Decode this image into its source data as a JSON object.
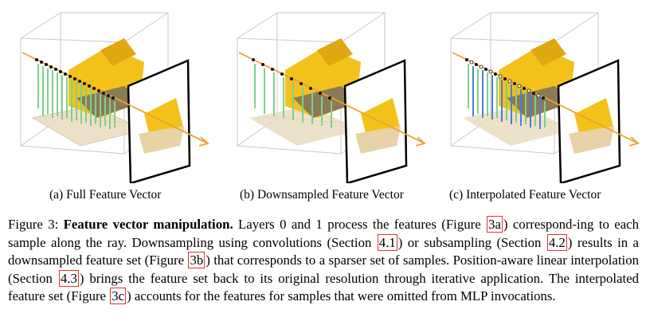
{
  "panels": [
    {
      "id": "a",
      "subcaption": "(a) Full Feature Vector"
    },
    {
      "id": "b",
      "subcaption": "(b) Downsampled Feature Vector"
    },
    {
      "id": "c",
      "subcaption": "(c) Interpolated Feature Vector"
    }
  ],
  "caption": {
    "figure_label": "Figure 3:",
    "title": "Feature vector manipulation.",
    "s1": "Layers 0 and 1 process the features (Figure ",
    "r1": "3a",
    "s2": ") correspond-ing to each sample along the ray. Downsampling using convolutions (Section ",
    "r2": "4.1",
    "s3": ") or subsampling (Section ",
    "r3": "4.2",
    "s4": ") results in a downsampled feature set (Figure ",
    "r4": "3b",
    "s5": ") that corresponds to a sparser set of samples. Position-aware linear interpolation (Section ",
    "r5": "4.3",
    "s6": ") brings the feature set back to its original resolution through iterative application. The interpolated feature set (Figure ",
    "r6": "3c",
    "s7": ") accounts for the features for samples that were omitted from MLP invocations."
  },
  "colors": {
    "feature_green": "#7fd08a",
    "interpolated_blue": "#4a7fd4",
    "ray_orange": "#f0a030",
    "bulldozer_yellow": "#f2c21a",
    "box_grey": "#c8c8c8"
  }
}
